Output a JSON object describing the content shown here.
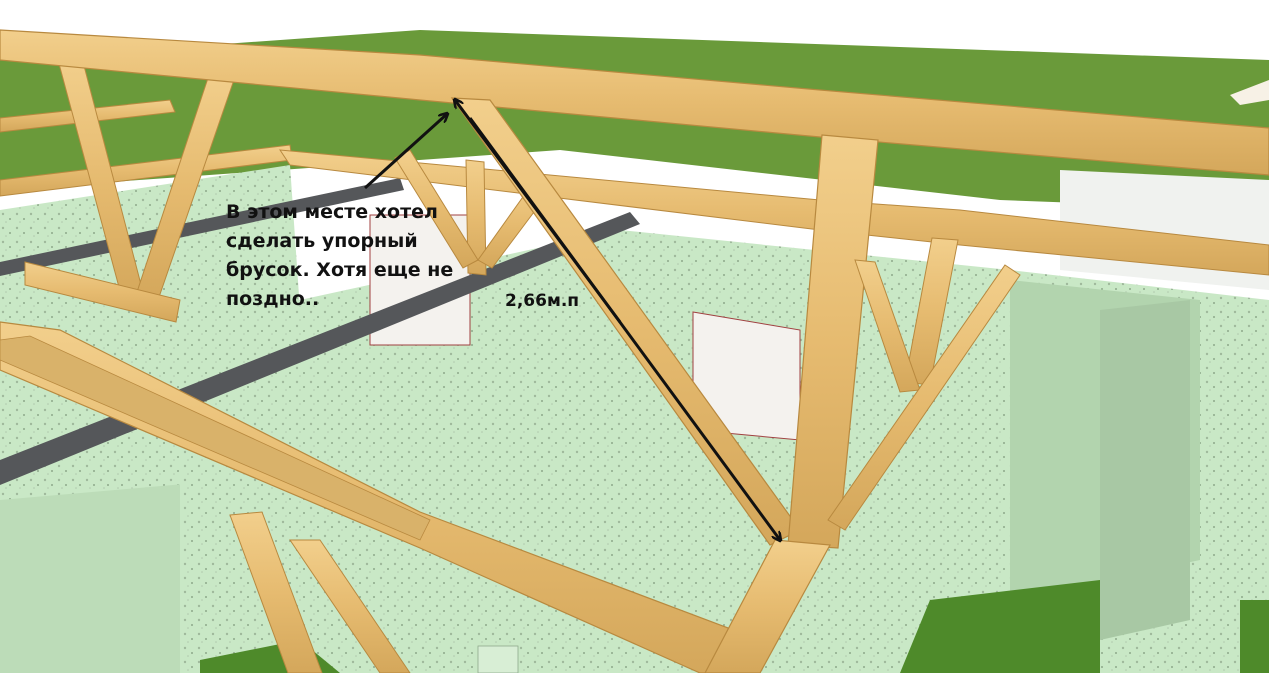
{
  "annotation": {
    "lines": [
      "В этом месте хотел",
      "сделать упорный",
      "брусок. Хотя еще не",
      "поздно.."
    ]
  },
  "dimension": {
    "label": "2,66м.п"
  },
  "colors": {
    "wall": "#c9e8c6",
    "wall_shade": "#b2d4ae",
    "roof_green": "#6a9a3a",
    "grass": "#4e8a2a",
    "timber": "#e8c07a",
    "timber_edge": "#b8893f",
    "steel_beam": "#55575a",
    "opening": "#f4f2ee",
    "arrow": "#111111"
  }
}
